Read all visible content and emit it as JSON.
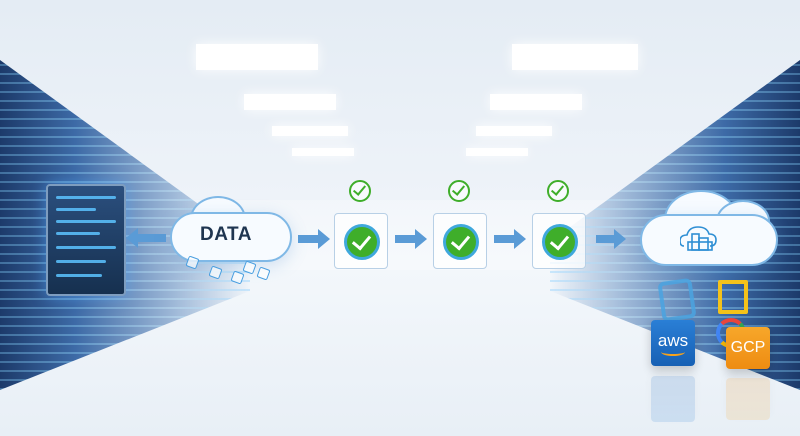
{
  "scene": {
    "description": "Data center corridor with data migration pipeline",
    "colors": {
      "arrow": "#5a9bd6",
      "check_green": "#3fae2a",
      "check_ring": "#3fa8dc",
      "cloud_border": "#7fb8e6",
      "aws": "#1f6fc5",
      "gcp": "#f39c1f",
      "rack_dark": "#1c3a6a"
    }
  },
  "source": {
    "server_icon": "server-rack-icon",
    "arrow_direction": "left"
  },
  "data_cloud": {
    "label": "DATA",
    "icons": [
      "document-icon",
      "document-icon",
      "document-icon",
      "document-icon",
      "document-icon",
      "document-icon"
    ]
  },
  "pipeline": {
    "steps": [
      {
        "status": "verified",
        "icon": "check-circle-icon"
      },
      {
        "status": "verified",
        "icon": "check-circle-icon"
      },
      {
        "status": "verified",
        "icon": "check-circle-icon"
      }
    ]
  },
  "destination_cloud": {
    "icon": "cloud-building-icon"
  },
  "providers": [
    {
      "label": "aws",
      "color": "#1f6fc5"
    },
    {
      "label": "GCP",
      "color": "#f39c1f"
    }
  ]
}
